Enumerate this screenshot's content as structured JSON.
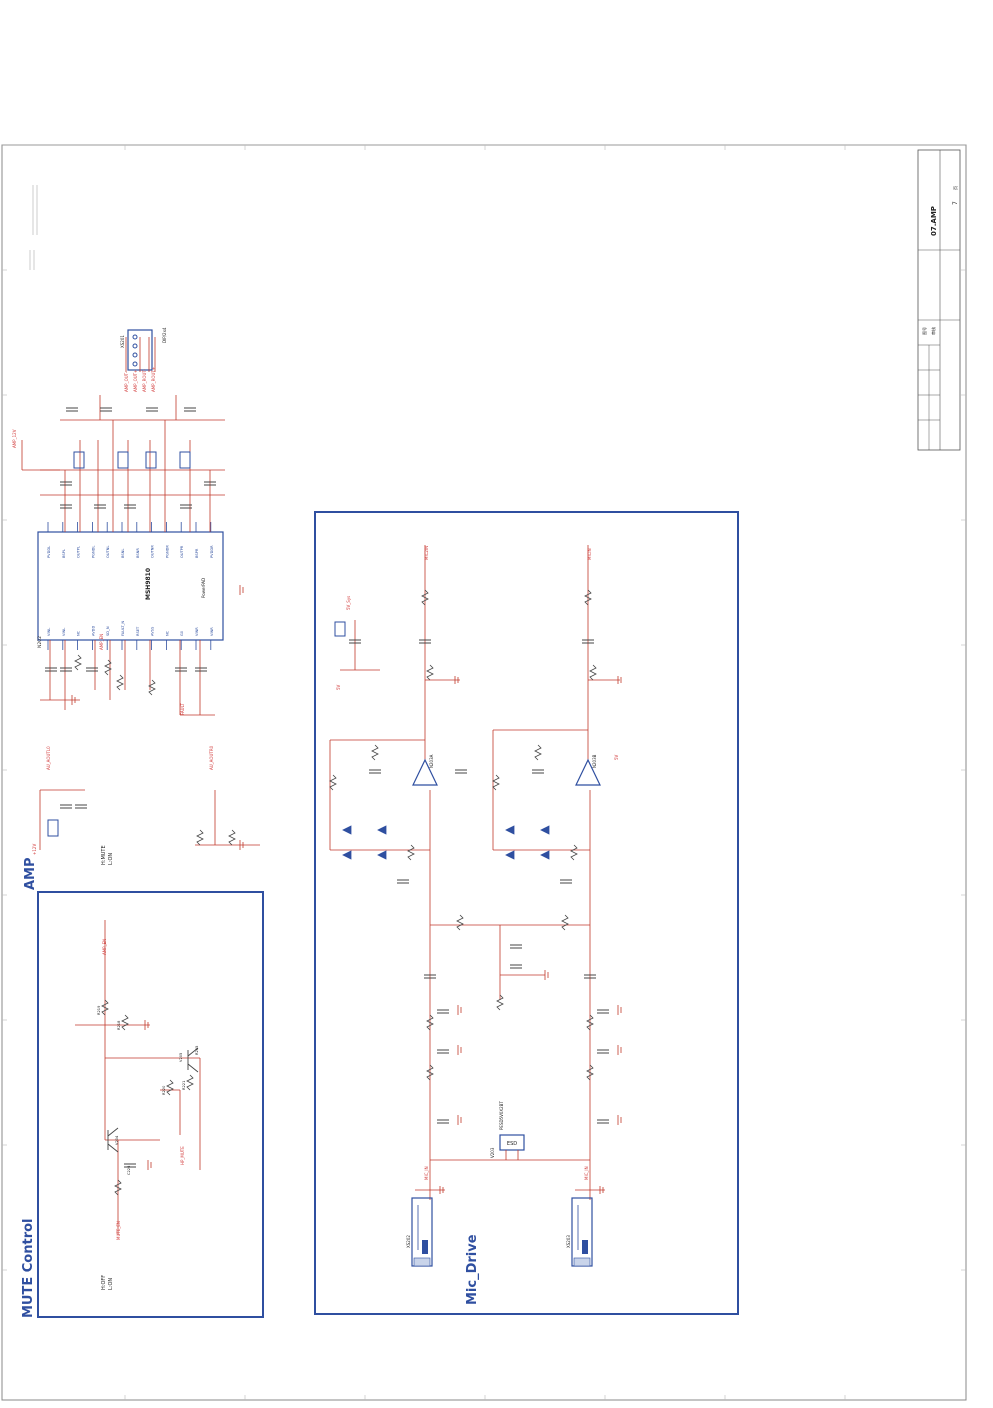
{
  "title_block": {
    "sheet_name": "07.AMP",
    "page_number": "7",
    "small_labels": [
      "图号",
      "审核",
      "页"
    ]
  },
  "headings": {
    "amp": "AMP",
    "mute_control": "MUTE Control",
    "mic_drive": "Mic_Drive"
  },
  "amp_chip": {
    "ref": "N202",
    "part": "MSH9810",
    "pad_label": "PowerPAD",
    "left_pins": [
      "PVDDL",
      "BSPL",
      "OUTPL",
      "PGNDL",
      "OUTNL",
      "BSNL",
      "BSNR",
      "OUTNR",
      "PGNDR",
      "OUTPR",
      "BSPR",
      "PVDDR"
    ],
    "right_pins": [
      "VINL",
      "VINL",
      "NC",
      "AVDD",
      "SD_N",
      "FAULT_N",
      "RSET",
      "AVSS",
      "NC",
      "G0",
      "VINR",
      "VINR"
    ]
  },
  "connector": {
    "ref": "XS201",
    "part": "DIP/2x4",
    "pins": [
      "AMP_OUT-",
      "AMP_OUT+",
      "AMP_ROUT-",
      "AMP_ROUT+"
    ]
  },
  "amp_nets": {
    "left_in": [
      "AU_AOUTL0",
      "AU_AOUTR0"
    ],
    "supply": "AMP_12V",
    "mute": "AMP_EN",
    "fault": "FAULT",
    "power_label": "+12V",
    "notes": [
      "H:MUTE",
      "L:ON"
    ]
  },
  "mute_section": {
    "nets": [
      "AMP_EN",
      "MUTE_EN",
      "HP_MUTE"
    ],
    "notes": [
      "H:OFF",
      "L:ON"
    ],
    "parts": [
      "R219",
      "R218",
      "R205",
      "R220",
      "R221",
      "V204",
      "C226",
      "V205"
    ]
  },
  "mic_section": {
    "nets": [
      "MIC_IN",
      "MIC_IN",
      "MIC2IN",
      "MICIN",
      "5V"
    ],
    "opamps": [
      "N203A",
      "N203B"
    ],
    "esd": {
      "ref": "V203",
      "part": "PESD5V0X2BT",
      "label": "ESD"
    },
    "jacks": [
      "XS202",
      "XS203"
    ],
    "power_note": "5V_Sys"
  }
}
